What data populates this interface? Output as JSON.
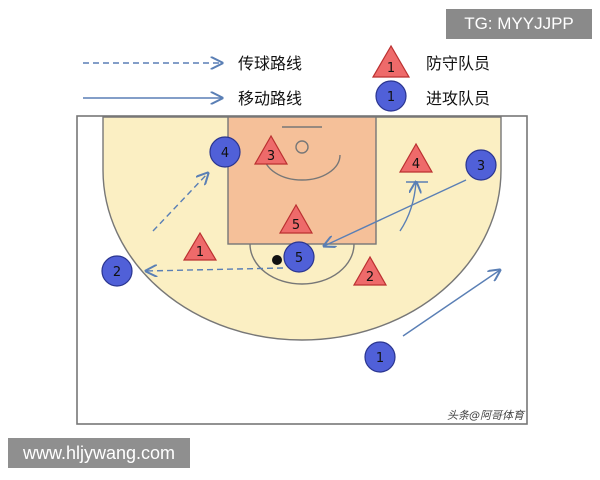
{
  "watermark": {
    "tg": "TG: MYYJJPP",
    "site": "www.hljywang.com",
    "source": "头条@阿哥体育"
  },
  "legend": {
    "pass_route": "传球路线",
    "move_route": "移动路线",
    "defender": "防守队员",
    "attacker": "进攻队员",
    "defender_symbol_number": "1",
    "attacker_symbol_number": "1"
  },
  "players": {
    "attackers": [
      "1",
      "2",
      "3",
      "4",
      "5"
    ],
    "defenders": [
      "1",
      "2",
      "3",
      "4",
      "5"
    ]
  },
  "colors": {
    "court_fill": "#fbefc3",
    "paint_fill": "#f5c099",
    "attacker_fill": "#5060d8",
    "defender_fill": "#ee6a6a",
    "route_color": "#5a7fb5"
  }
}
